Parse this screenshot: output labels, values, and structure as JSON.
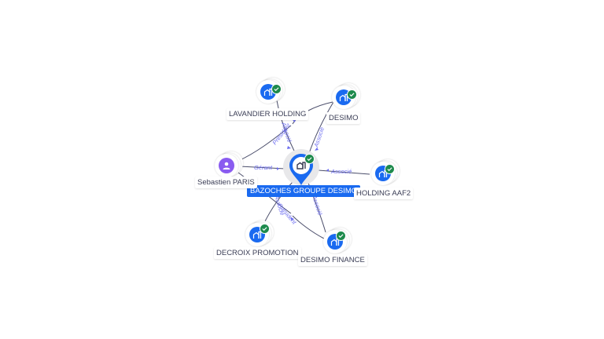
{
  "colors": {
    "company": "#1a6af0",
    "person": "#8a5cf0",
    "verified": "#1d8a4c",
    "edge_label": "#6d6ef0"
  },
  "central": {
    "label": "BAZOCHES GROUPE DESIMO",
    "icon": "building-icon",
    "verified": true
  },
  "nodes": [
    {
      "id": "lavandier",
      "label": "LAVANDIER HOLDING",
      "type": "company",
      "icon": "building-icon",
      "verified": true
    },
    {
      "id": "desimo",
      "label": "DESIMO",
      "type": "company",
      "icon": "building-icon",
      "verified": true
    },
    {
      "id": "sebastien",
      "label": "Sebastien PARIS",
      "type": "person",
      "icon": "person-icon",
      "verified": false
    },
    {
      "id": "aaf2",
      "label": "HOLDING AAF2",
      "type": "company",
      "icon": "building-icon",
      "verified": true
    },
    {
      "id": "decroix",
      "label": "DECROIX PROMOTION",
      "type": "company",
      "icon": "building-icon",
      "verified": true
    },
    {
      "id": "desimo_finance",
      "label": "DESIMO FINANCE",
      "type": "company",
      "icon": "building-icon",
      "verified": true
    }
  ],
  "edges": [
    {
      "from": "lavandier",
      "label": "Associé"
    },
    {
      "from": "desimo",
      "label": "Associé"
    },
    {
      "from": "sebastien",
      "label": "Gérant"
    },
    {
      "from": "sebastien",
      "label": "Président"
    },
    {
      "from": "aaf2",
      "label": "Associé"
    },
    {
      "from": "decroix",
      "label": "Associé"
    },
    {
      "from": "sebastien",
      "label": "Président"
    },
    {
      "from": "desimo_finance",
      "label": "Associé"
    }
  ]
}
